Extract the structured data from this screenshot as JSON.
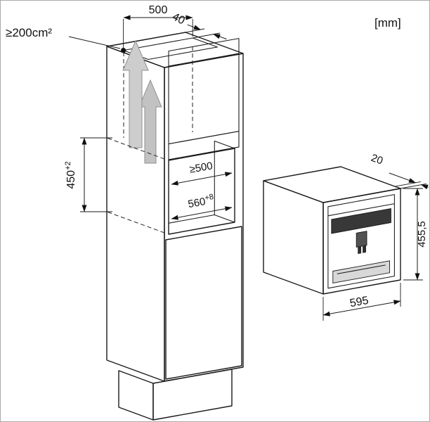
{
  "meta": {
    "units_label": "[mm]"
  },
  "cabinet_diagram": {
    "vent_area_label": "≥200cm²",
    "top_opening_width": "500",
    "top_opening_depth": "40",
    "niche_min_width": "≥500",
    "niche_width_value": "560",
    "niche_width_tolerance": "+8",
    "niche_height_value": "450",
    "niche_height_tolerance": "+2"
  },
  "appliance_diagram": {
    "top_clearance": "20",
    "height": "455,5",
    "width": "595"
  }
}
